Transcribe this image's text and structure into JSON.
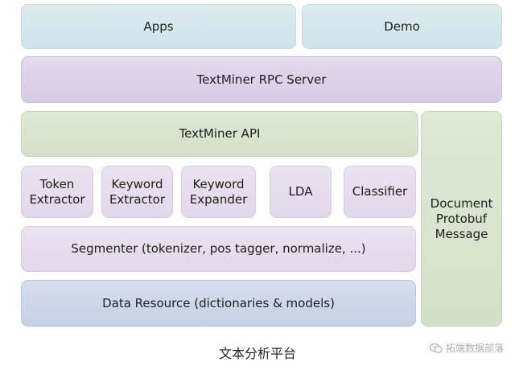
{
  "diagram": {
    "apps": "Apps",
    "demo": "Demo",
    "rpc_server": "TextMiner RPC Server",
    "api": "TextMiner API",
    "modules": [
      "Token\nExtractor",
      "Keyword\nExtractor",
      "Keyword\nExpander",
      "LDA",
      "Classifier"
    ],
    "segmenter": "Segmenter (tokenizer, pos tagger, normalize, ...)",
    "data_resource": "Data Resource (dictionaries & models)",
    "protobuf": "Document\nProtobuf\nMessage"
  },
  "caption": "文本分析平台",
  "watermark": {
    "icon": "wechat-icon",
    "text": "拓端数据部落"
  }
}
